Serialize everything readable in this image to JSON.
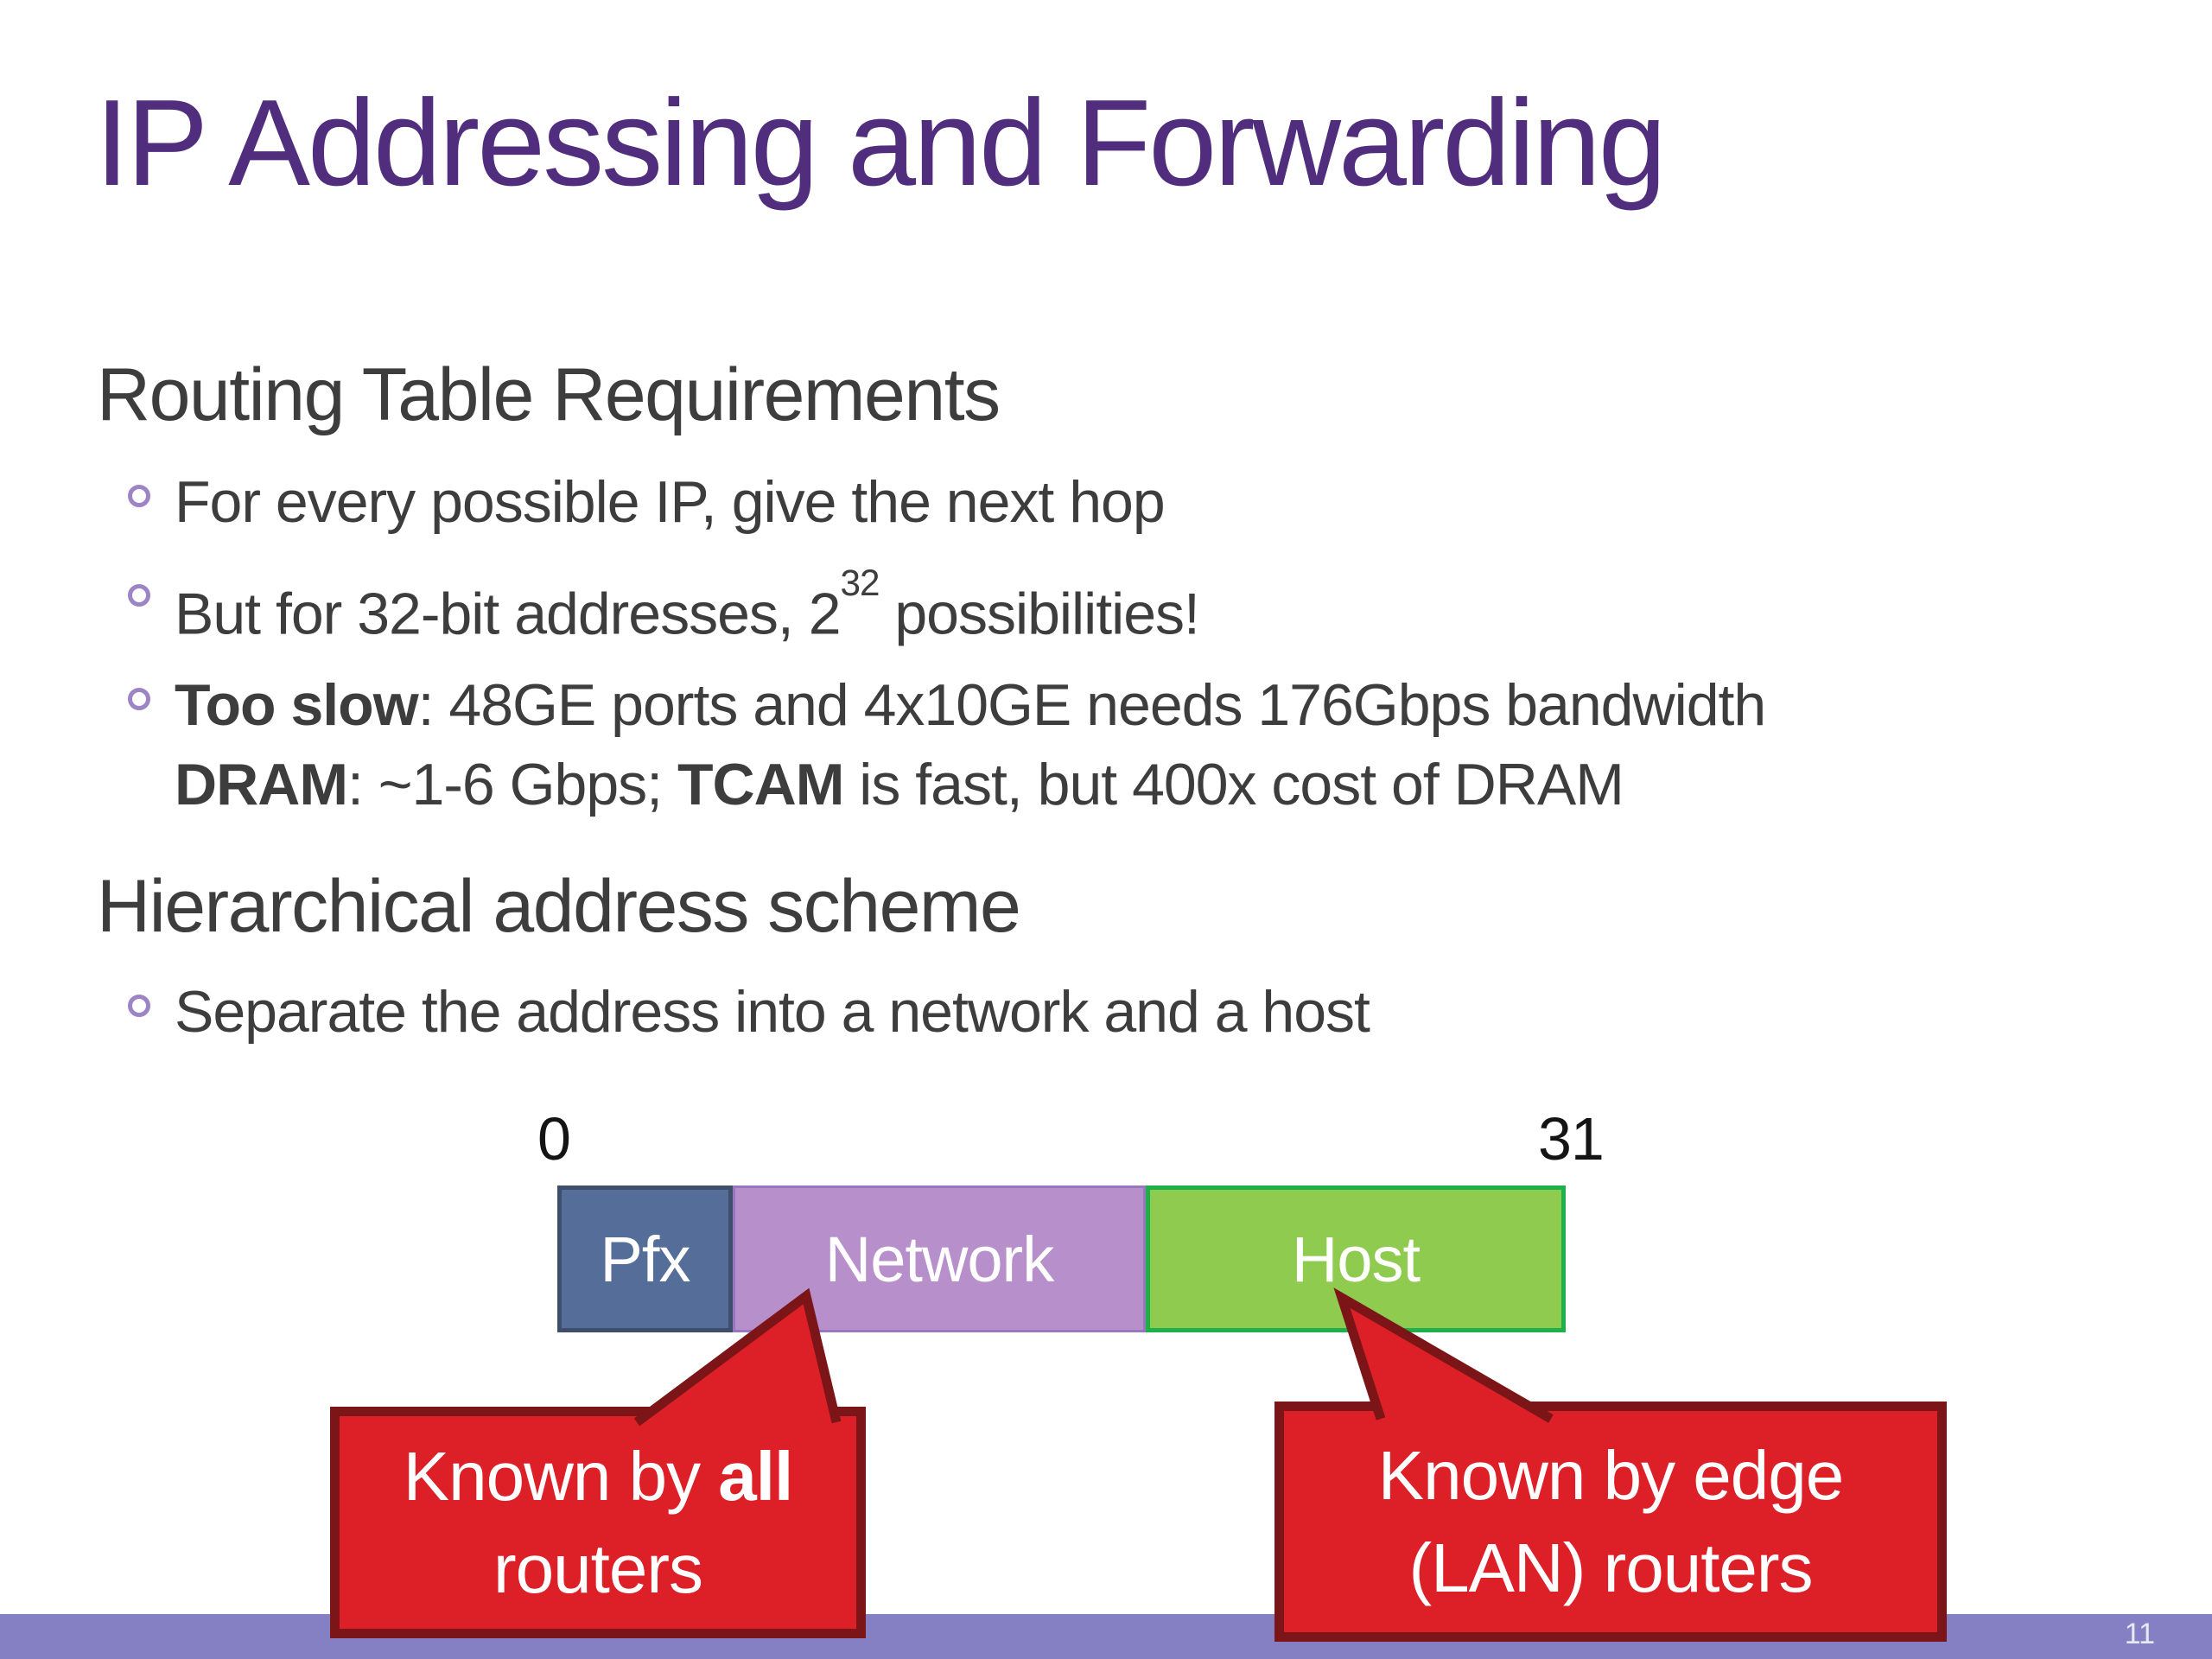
{
  "title": "IP Addressing and Forwarding",
  "sections": {
    "routing": {
      "heading": "Routing Table Requirements",
      "bullets": {
        "b1": "For every possible IP, give the next hop",
        "b2_prefix": "But for 32-bit addresses, 2",
        "b2_superscript": "32",
        "b2_suffix": " possibilities!",
        "b3_line1_bold": "Too slow",
        "b3_line1_rest": ": 48GE ports and 4x10GE needs 176Gbps bandwidth",
        "b3_line2_bold1": "DRAM",
        "b3_line2_mid": ": ~1-6 Gbps; ",
        "b3_line2_bold2": "TCAM",
        "b3_line2_rest": " is fast, but 400x cost of DRAM"
      }
    },
    "hierarchical": {
      "heading": "Hierarchical address scheme",
      "bullets": {
        "b1": "Separate the address into a network and a host"
      }
    }
  },
  "diagram": {
    "bit_label_start": "0",
    "bit_label_end": "31",
    "segments": {
      "pfx": {
        "label": "Pfx",
        "fill": "#546E99",
        "border": "#3E4E6B"
      },
      "network": {
        "label": "Network",
        "fill": "#B78FCB",
        "border": "#9878BC"
      },
      "host": {
        "label": "Host",
        "fill": "#8FCB4F",
        "border": "#1FAF4B"
      }
    },
    "callouts": {
      "left": {
        "line1_prefix": "Known by ",
        "line1_bold": "all",
        "line2": "routers"
      },
      "right": {
        "line1": "Known by edge",
        "line2": "(LAN) routers"
      }
    }
  },
  "footer": {
    "page_number": "11"
  },
  "colors": {
    "title_purple": "#512D7E",
    "body_text": "#3D3D3D",
    "bullet_marker": "#9D84C6",
    "callout_red": "#DD2027",
    "callout_border_red": "#7C1517",
    "footer_purple": "#8580C3"
  }
}
